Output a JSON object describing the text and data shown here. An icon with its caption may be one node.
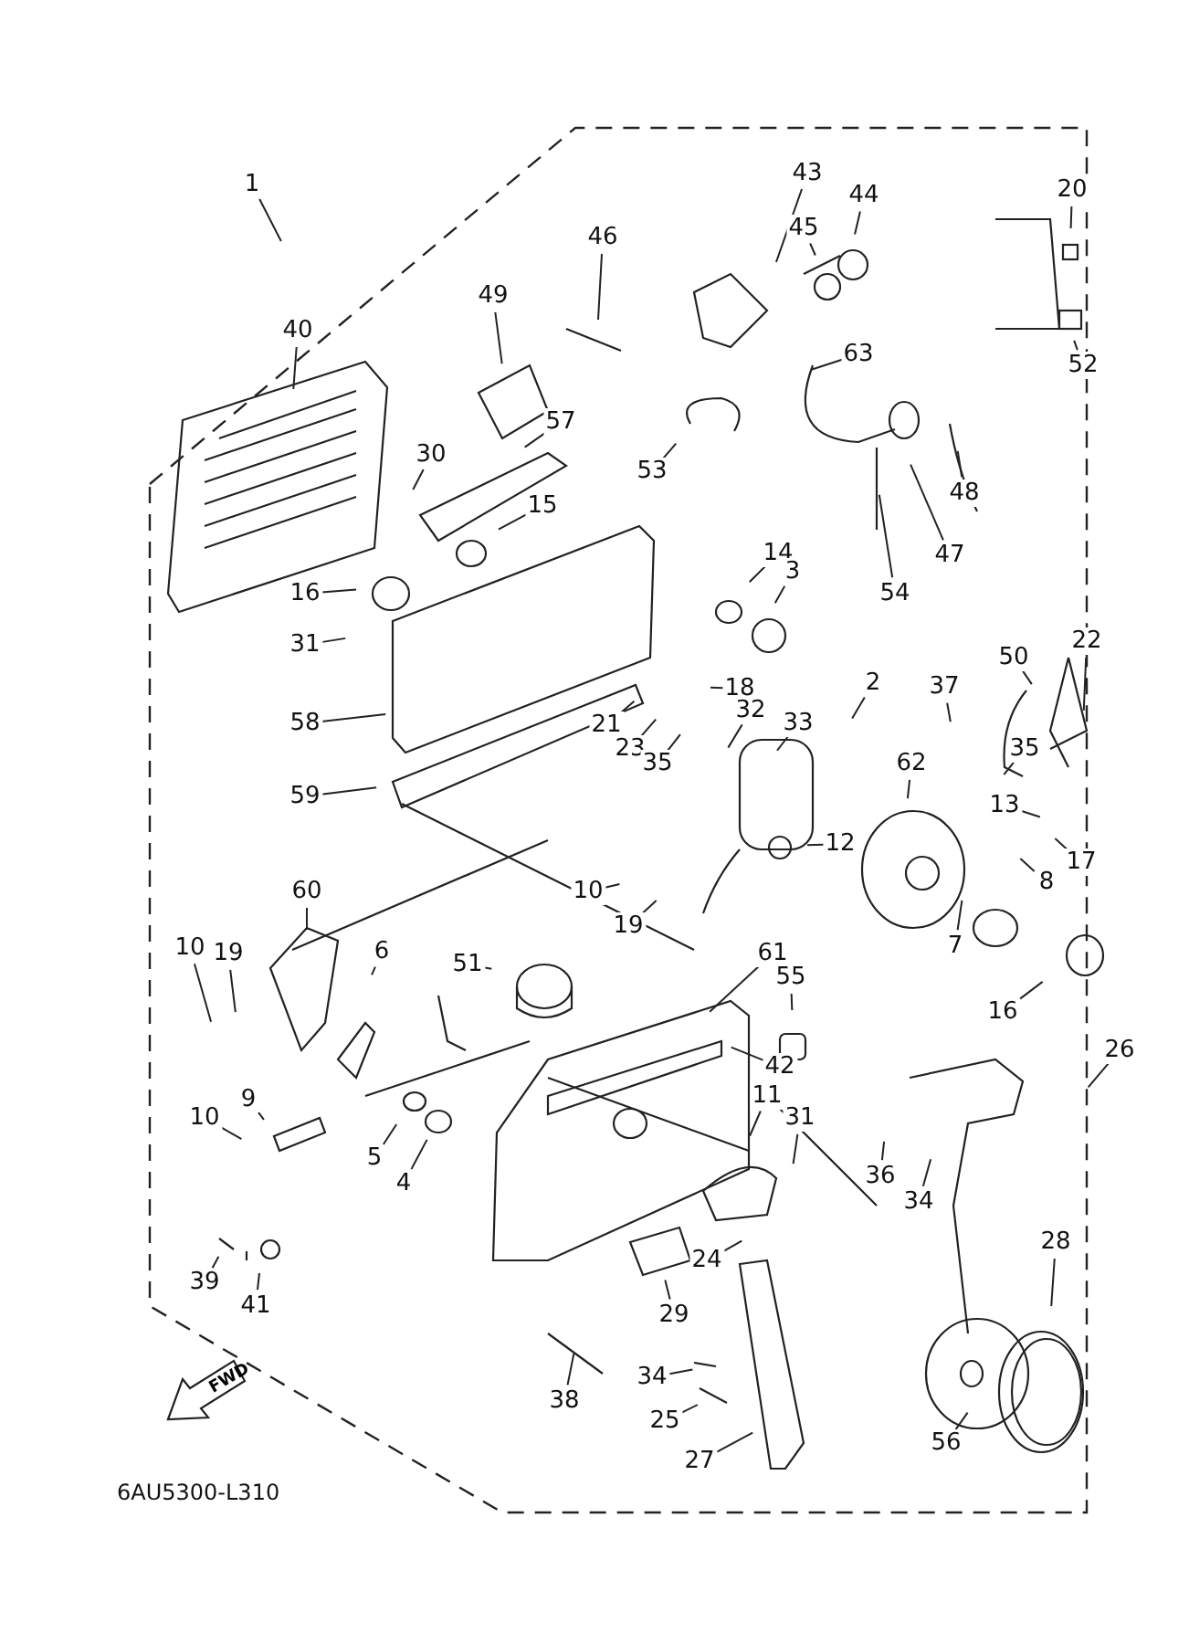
{
  "diagram": {
    "nodes": [
      {
        "text": [
          "1"
        ]
      },
      {
        "text": [
          "40"
        ]
      },
      {
        "text": [
          "30"
        ]
      },
      {
        "text": [
          "57"
        ]
      },
      {
        "text": [
          "49"
        ]
      },
      {
        "text": [
          "46"
        ]
      },
      {
        "text": [
          "43"
        ]
      },
      {
        "text": [
          "44"
        ]
      },
      {
        "text": [
          "45"
        ]
      },
      {
        "text": [
          "20"
        ]
      },
      {
        "text": [
          "52"
        ]
      },
      {
        "text": [
          "63"
        ]
      },
      {
        "text": [
          "53"
        ]
      },
      {
        "text": [
          "48"
        ]
      },
      {
        "text": [
          "47"
        ]
      },
      {
        "text": [
          "54"
        ]
      },
      {
        "text": [
          "15"
        ]
      },
      {
        "text": [
          "16"
        ]
      },
      {
        "text": [
          "31"
        ]
      },
      {
        "text": [
          "58"
        ]
      },
      {
        "text": [
          "59"
        ]
      },
      {
        "text": [
          "14"
        ]
      },
      {
        "text": [
          "3"
        ]
      },
      {
        "text": [
          "18"
        ]
      },
      {
        "text": [
          "21"
        ]
      },
      {
        "text": [
          "23"
        ]
      },
      {
        "text": [
          "35"
        ]
      },
      {
        "text": [
          "32"
        ]
      },
      {
        "text": [
          "33"
        ]
      },
      {
        "text": [
          "2"
        ]
      },
      {
        "text": [
          "50"
        ]
      },
      {
        "text": [
          "37"
        ]
      },
      {
        "text": [
          "22"
        ]
      },
      {
        "text": [
          "35"
        ]
      },
      {
        "text": [
          "13"
        ]
      },
      {
        "text": [
          "17"
        ]
      },
      {
        "text": [
          "8"
        ]
      },
      {
        "text": [
          "62"
        ]
      },
      {
        "text": [
          "12"
        ]
      },
      {
        "text": [
          "7"
        ]
      },
      {
        "text": [
          "16"
        ]
      },
      {
        "text": [
          "10"
        ]
      },
      {
        "text": [
          "19"
        ]
      },
      {
        "text": [
          "60"
        ]
      },
      {
        "text": [
          "10"
        ]
      },
      {
        "text": [
          "19"
        ]
      },
      {
        "text": [
          "6"
        ]
      },
      {
        "text": [
          "51"
        ]
      },
      {
        "text": [
          "61"
        ]
      },
      {
        "text": [
          "42"
        ]
      },
      {
        "text": [
          "55"
        ]
      },
      {
        "text": [
          "26"
        ]
      },
      {
        "text": [
          "9"
        ]
      },
      {
        "text": [
          "5"
        ]
      },
      {
        "text": [
          "4"
        ]
      },
      {
        "text": [
          "10"
        ]
      },
      {
        "text": [
          "11"
        ]
      },
      {
        "text": [
          "31"
        ]
      },
      {
        "text": [
          "36"
        ]
      },
      {
        "text": [
          "34"
        ]
      },
      {
        "text": [
          "39"
        ]
      },
      {
        "text": [
          "41"
        ]
      },
      {
        "text": [
          "24"
        ]
      },
      {
        "text": [
          "29"
        ]
      },
      {
        "text": [
          "38"
        ]
      },
      {
        "text": [
          "34"
        ]
      },
      {
        "text": [
          "25"
        ]
      },
      {
        "text": [
          "27"
        ]
      },
      {
        "text": [
          "56"
        ]
      },
      {
        "text": [
          "28"
        ]
      }
    ],
    "edges": [
      {
        "from": 0,
        "to": null,
        "arrow": "none"
      },
      {
        "from": 1,
        "to": null,
        "arrow": "none"
      },
      {
        "from": 2,
        "to": null,
        "arrow": "none"
      },
      {
        "from": 3,
        "to": null,
        "arrow": "none"
      },
      {
        "from": 4,
        "to": null,
        "arrow": "none"
      },
      {
        "from": 5,
        "to": null,
        "arrow": "none"
      },
      {
        "from": 6,
        "to": null,
        "arrow": "none"
      },
      {
        "from": 7,
        "to": null,
        "arrow": "none"
      },
      {
        "from": 8,
        "to": null,
        "arrow": "none"
      },
      {
        "from": 9,
        "to": null,
        "arrow": "none"
      },
      {
        "from": 10,
        "to": null,
        "arrow": "none"
      },
      {
        "from": 11,
        "to": null,
        "arrow": "none"
      },
      {
        "from": 12,
        "to": null,
        "arrow": "none"
      },
      {
        "from": 13,
        "to": null,
        "arrow": "none"
      },
      {
        "from": 14,
        "to": null,
        "arrow": "none"
      },
      {
        "from": 15,
        "to": null,
        "arrow": "none"
      },
      {
        "from": 16,
        "to": null,
        "arrow": "none"
      },
      {
        "from": 17,
        "to": null,
        "arrow": "none"
      },
      {
        "from": 18,
        "to": null,
        "arrow": "none"
      },
      {
        "from": 19,
        "to": null,
        "arrow": "none"
      },
      {
        "from": 20,
        "to": null,
        "arrow": "none"
      },
      {
        "from": 21,
        "to": null,
        "arrow": "none"
      },
      {
        "from": 22,
        "to": null,
        "arrow": "none"
      },
      {
        "from": 23,
        "to": null,
        "arrow": "none"
      },
      {
        "from": 24,
        "to": null,
        "arrow": "none"
      },
      {
        "from": 25,
        "to": null,
        "arrow": "none"
      },
      {
        "from": 26,
        "to": null,
        "arrow": "none"
      },
      {
        "from": 27,
        "to": null,
        "arrow": "none"
      },
      {
        "from": 28,
        "to": null,
        "arrow": "none"
      },
      {
        "from": 29,
        "to": null,
        "arrow": "none"
      },
      {
        "from": 30,
        "to": null,
        "arrow": "none"
      },
      {
        "from": 31,
        "to": null,
        "arrow": "none"
      },
      {
        "from": 32,
        "to": null,
        "arrow": "none"
      },
      {
        "from": 33,
        "to": null,
        "arrow": "none"
      },
      {
        "from": 34,
        "to": null,
        "arrow": "none"
      },
      {
        "from": 35,
        "to": null,
        "arrow": "none"
      },
      {
        "from": 36,
        "to": null,
        "arrow": "none"
      },
      {
        "from": 37,
        "to": null,
        "arrow": "none"
      },
      {
        "from": 38,
        "to": null,
        "arrow": "none"
      },
      {
        "from": 39,
        "to": null,
        "arrow": "none"
      },
      {
        "from": 40,
        "to": null,
        "arrow": "none"
      },
      {
        "from": 41,
        "to": null,
        "arrow": "none"
      },
      {
        "from": 42,
        "to": null,
        "arrow": "none"
      },
      {
        "from": 43,
        "to": null,
        "arrow": "none"
      },
      {
        "from": 44,
        "to": null,
        "arrow": "none"
      },
      {
        "from": 45,
        "to": null,
        "arrow": "none"
      },
      {
        "from": 46,
        "to": null,
        "arrow": "none"
      },
      {
        "from": 47,
        "to": null,
        "arrow": "none"
      },
      {
        "from": 48,
        "to": null,
        "arrow": "none"
      },
      {
        "from": 49,
        "to": null,
        "arrow": "none"
      },
      {
        "from": 50,
        "to": null,
        "arrow": "none"
      },
      {
        "from": 51,
        "to": null,
        "arrow": "none"
      },
      {
        "from": 52,
        "to": null,
        "arrow": "none"
      },
      {
        "from": 53,
        "to": null,
        "arrow": "none"
      },
      {
        "from": 54,
        "to": null,
        "arrow": "none"
      },
      {
        "from": 55,
        "to": null,
        "arrow": "none"
      },
      {
        "from": 56,
        "to": null,
        "arrow": "none"
      },
      {
        "from": 57,
        "to": null,
        "arrow": "none"
      },
      {
        "from": 58,
        "to": null,
        "arrow": "none"
      },
      {
        "from": 59,
        "to": null,
        "arrow": "none"
      },
      {
        "from": 60,
        "to": null,
        "arrow": "none"
      },
      {
        "from": 61,
        "to": null,
        "arrow": "none"
      },
      {
        "from": 62,
        "to": null,
        "arrow": "none"
      },
      {
        "from": 63,
        "to": null,
        "arrow": "none"
      },
      {
        "from": 64,
        "to": null,
        "arrow": "none"
      },
      {
        "from": 65,
        "to": null,
        "arrow": "none"
      },
      {
        "from": 66,
        "to": null,
        "arrow": "none"
      },
      {
        "from": 67,
        "to": null,
        "arrow": "none"
      },
      {
        "from": 68,
        "to": null,
        "arrow": "none"
      },
      {
        "from": 69,
        "to": null,
        "arrow": "none"
      }
    ],
    "labels": [
      "FWD",
      "6AU5300-L310"
    ]
  }
}
